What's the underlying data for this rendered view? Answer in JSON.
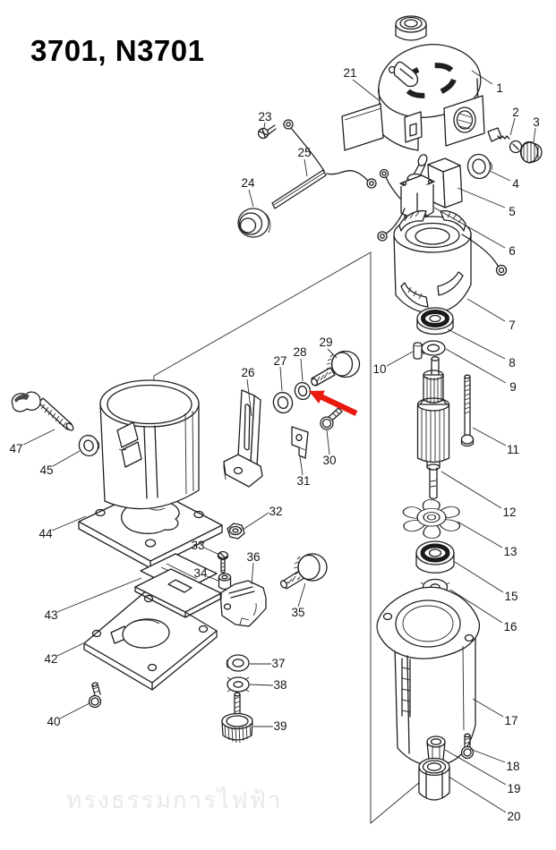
{
  "title": "3701, N3701",
  "watermark": "ทรงธรรมการไฟฟ้า",
  "colors": {
    "line": "#1f1f1f",
    "label": "#141414",
    "arrow": "#e8190f",
    "watermark": "#e8e8e8"
  },
  "arrow": {
    "points_to_part": "28"
  },
  "labels": {
    "n1": "1",
    "n2": "2",
    "n3": "3",
    "n4": "4",
    "n5": "5",
    "n6": "6",
    "n7": "7",
    "n8": "8",
    "n9": "9",
    "n10": "10",
    "n11": "11",
    "n12": "12",
    "n13": "13",
    "n15": "15",
    "n16": "16",
    "n17": "17",
    "n18": "18",
    "n19": "19",
    "n20": "20",
    "n21": "21",
    "n23": "23",
    "n24": "24",
    "n25": "25",
    "n26": "26",
    "n27": "27",
    "n28": "28",
    "n29": "29",
    "n30": "30",
    "n31": "31",
    "n32": "32",
    "n33": "33",
    "n34": "34",
    "n35": "35",
    "n36": "36",
    "n37": "37",
    "n38": "38",
    "n39": "39",
    "n40": "40",
    "n42": "42",
    "n43": "43",
    "n44": "44",
    "n45": "45",
    "n47": "47"
  }
}
